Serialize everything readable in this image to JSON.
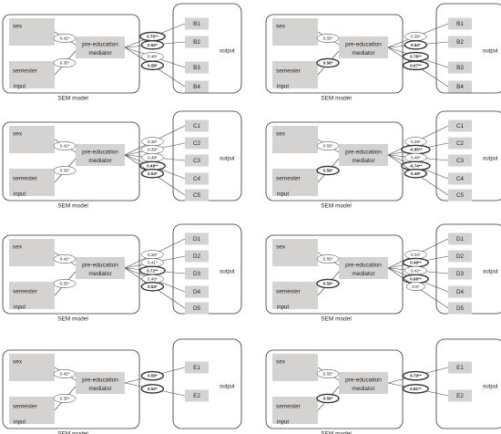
{
  "labels": {
    "sex": "sex",
    "semester": "semester",
    "pre_education": "pre-education",
    "mediator": "mediator",
    "input": "input",
    "output": "output",
    "caption": "SEM model"
  },
  "diagrams": [
    {
      "id": "B-left",
      "outputs": [
        "B1",
        "B2",
        "B3",
        "B4"
      ],
      "sex_coef": "0.42*",
      "sem_coef": "0.35*",
      "sem_bold": false,
      "coefs": [
        {
          "t": "0.75**",
          "b": true
        },
        {
          "t": "0.52*",
          "b": true
        },
        {
          "t": "0.48*",
          "b": false
        },
        {
          "t": "0.58*",
          "b": true
        }
      ]
    },
    {
      "id": "B-right",
      "outputs": [
        "B1",
        "B2",
        "B3",
        "B4"
      ],
      "sex_coef": "0.55*",
      "sem_coef": "0.56*",
      "sem_bold": true,
      "coefs": [
        {
          "t": "0.35*",
          "b": false
        },
        {
          "t": "0.52*",
          "b": true
        },
        {
          "t": "0.78**",
          "b": true
        },
        {
          "t": "0.67**",
          "b": true
        }
      ]
    },
    {
      "id": "C-left",
      "outputs": [
        "C1",
        "C2",
        "C3",
        "C4",
        "C5"
      ],
      "sex_coef": "0.42*",
      "sem_coef": "0.35*",
      "sem_bold": false,
      "coefs": [
        {
          "t": "0.32*",
          "b": false
        },
        {
          "t": "0.39*",
          "b": false
        },
        {
          "t": "0.48*",
          "b": false
        },
        {
          "t": "0.48**",
          "b": true
        },
        {
          "t": "0.53*",
          "b": true
        }
      ]
    },
    {
      "id": "C-right",
      "outputs": [
        "C1",
        "C2",
        "C3",
        "C4",
        "C5"
      ],
      "sex_coef": "0.55*",
      "sem_coef": "0.56*",
      "sem_bold": true,
      "coefs": [
        {
          "t": "0.29*",
          "b": false
        },
        {
          "t": "-0.65**",
          "b": true
        },
        {
          "t": "0.46*",
          "b": false
        },
        {
          "t": "-0.74**",
          "b": true
        },
        {
          "t": "0.49*",
          "b": true
        }
      ]
    },
    {
      "id": "D-left",
      "outputs": [
        "D1",
        "D2",
        "D3",
        "D4",
        "D5"
      ],
      "sex_coef": "0.42*",
      "sem_coef": "0.35*",
      "sem_bold": false,
      "coefs": [
        {
          "t": "0.28*",
          "b": false
        },
        {
          "t": "0.41*",
          "b": false
        },
        {
          "t": "0.72**",
          "b": true
        },
        {
          "t": "0.48*",
          "b": false
        },
        {
          "t": "0.53*",
          "b": true
        }
      ]
    },
    {
      "id": "D-right",
      "outputs": [
        "D1",
        "D2",
        "D3",
        "D4",
        "D5"
      ],
      "sex_coef": "0.55*",
      "sem_coef": "0.56*",
      "sem_bold": true,
      "coefs": [
        {
          "t": "0.34*",
          "b": false
        },
        {
          "t": "0.48**",
          "b": true
        },
        {
          "t": "0.42*",
          "b": false
        },
        {
          "t": "0.68**",
          "b": true
        },
        {
          "t": "0.5*",
          "b": false
        }
      ]
    },
    {
      "id": "E-left",
      "outputs": [
        "E1",
        "E2"
      ],
      "sex_coef": "0.42*",
      "sem_coef": "0.35*",
      "sem_bold": false,
      "coefs": [
        {
          "t": "0.56*",
          "b": true
        },
        {
          "t": "0.52*",
          "b": true
        }
      ]
    },
    {
      "id": "E-right",
      "outputs": [
        "E1",
        "E2"
      ],
      "sex_coef": "0.55*",
      "sem_coef": "0.56*",
      "sem_bold": true,
      "coefs": [
        {
          "t": "0.79**",
          "b": true
        },
        {
          "t": "0.81**",
          "b": true
        }
      ]
    }
  ],
  "colors": {
    "box_fill": "#d5d2d2",
    "border": "#333333",
    "line": "#444444",
    "text": "#222222"
  }
}
